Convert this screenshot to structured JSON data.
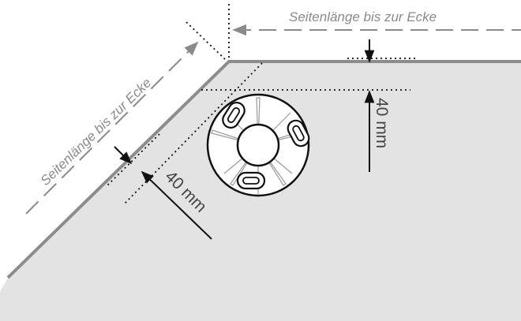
{
  "labels": {
    "side_length_top": "Seitenlänge bis zur Ecke",
    "side_length_diagonal": "Seitenlänge bis zur Ecke",
    "distance_vertical": "40 mm",
    "distance_diagonal": "40 mm"
  },
  "colors": {
    "surface": "#e3e3e3",
    "edge": "#8c8c8c",
    "dimension_line": "#8a8a8a",
    "arrow": "#111111",
    "base_outline": "#111111",
    "base_fill": "#ffffff"
  }
}
